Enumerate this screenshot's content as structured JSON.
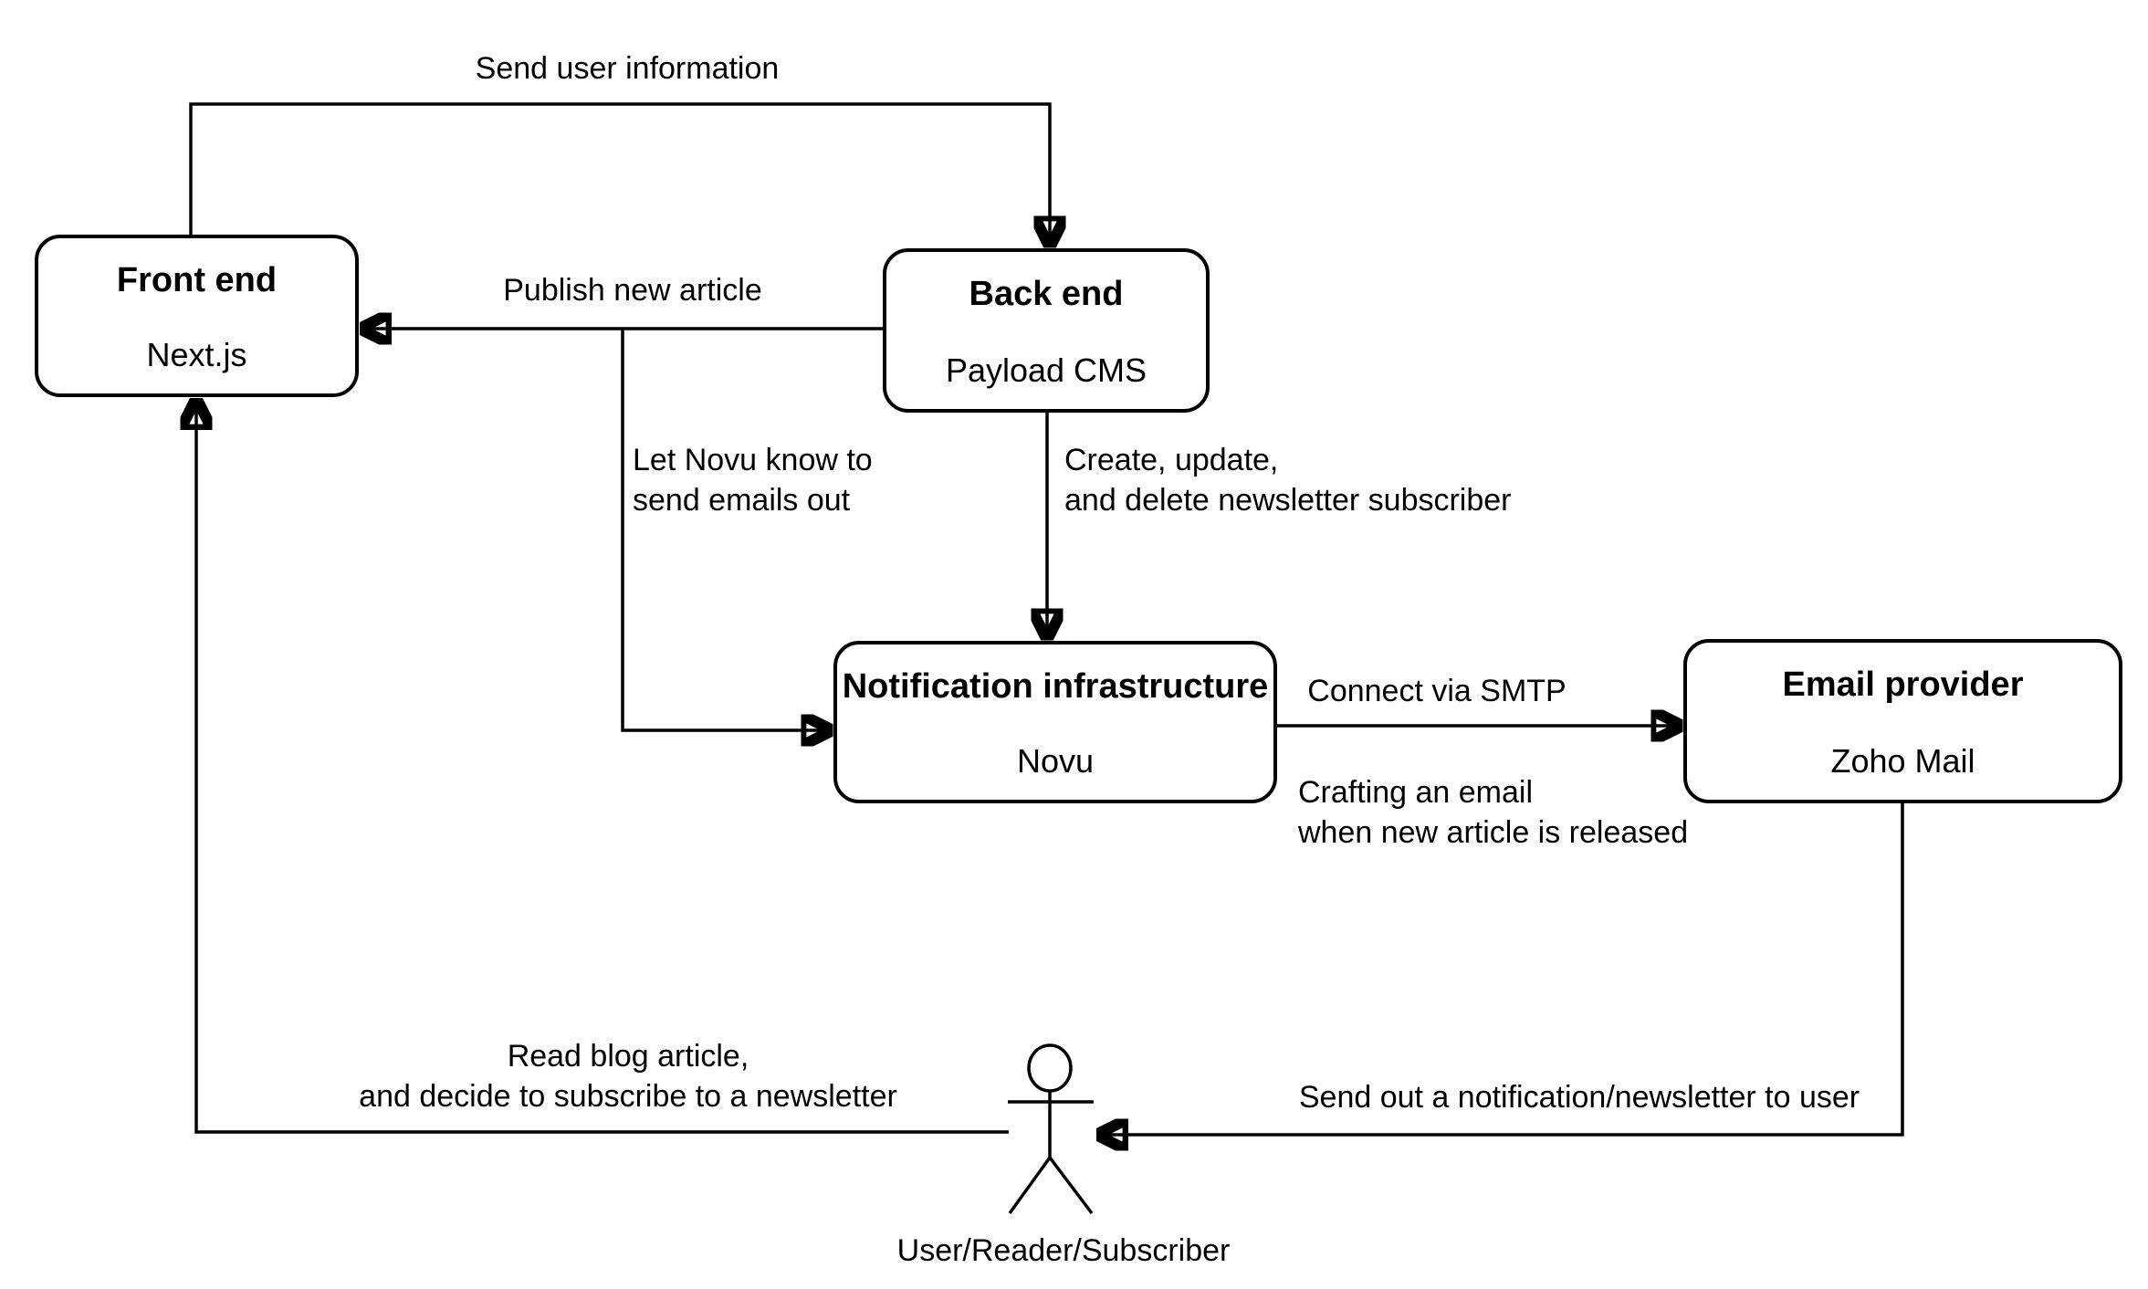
{
  "diagram": {
    "background": "#ffffff",
    "line_color": "#000000",
    "nodes": {
      "front_end": {
        "title": "Front end",
        "subtitle": "Next.js"
      },
      "back_end": {
        "title": "Back end",
        "subtitle": "Payload CMS"
      },
      "notification": {
        "title": "Notification infrastructure",
        "subtitle": "Novu"
      },
      "email_provider": {
        "title": "Email provider",
        "subtitle": "Zoho Mail"
      }
    },
    "actor": {
      "label": "User/Reader/Subscriber"
    },
    "edge_labels": {
      "send_user_information": "Send user information",
      "publish_new_article": "Publish new article",
      "let_novu_know": [
        "Let Novu know to",
        "send emails out"
      ],
      "crud_subscriber": [
        "Create, update,",
        "and delete newsletter subscriber"
      ],
      "connect_smtp": "Connect via SMTP",
      "crafting_email": [
        "Crafting an email",
        "when new article is released"
      ],
      "send_notification": "Send out a notification/newsletter to user",
      "read_blog": [
        "Read blog article,",
        "and decide to subscribe to a newsletter"
      ]
    }
  }
}
